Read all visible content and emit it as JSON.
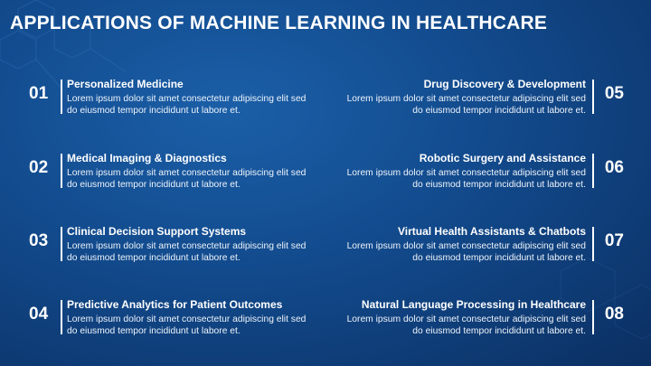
{
  "title": "APPLICATIONS OF MACHINE LEARNING IN HEALTHCARE",
  "items": [
    {
      "num": "01",
      "heading": "Personalized Medicine",
      "desc": "Lorem ipsum dolor sit amet consectetur adipiscing elit sed do eiusmod tempor incididunt ut labore et."
    },
    {
      "num": "02",
      "heading": "Medical Imaging & Diagnostics",
      "desc": "Lorem ipsum dolor sit amet consectetur adipiscing elit sed do eiusmod tempor incididunt ut labore et."
    },
    {
      "num": "03",
      "heading": "Clinical Decision Support Systems",
      "desc": "Lorem ipsum dolor sit amet consectetur adipiscing elit sed do eiusmod tempor incididunt ut labore et."
    },
    {
      "num": "04",
      "heading": "Predictive Analytics for Patient Outcomes",
      "desc": "Lorem ipsum dolor sit amet consectetur adipiscing elit sed do eiusmod tempor incididunt ut labore et."
    },
    {
      "num": "05",
      "heading": "Drug Discovery & Development",
      "desc": "Lorem ipsum dolor sit amet consectetur adipiscing elit sed do eiusmod tempor incididunt ut labore et."
    },
    {
      "num": "06",
      "heading": "Robotic Surgery and Assistance",
      "desc": "Lorem ipsum dolor sit amet consectetur adipiscing elit sed do eiusmod tempor incididunt ut labore et."
    },
    {
      "num": "07",
      "heading": "Virtual Health Assistants & Chatbots",
      "desc": "Lorem ipsum dolor sit amet consectetur adipiscing elit sed do eiusmod tempor incididunt ut labore et."
    },
    {
      "num": "08",
      "heading": "Natural Language Processing in Healthcare",
      "desc": "Lorem ipsum dolor sit amet consectetur adipiscing elit sed do eiusmod tempor incididunt ut labore et."
    }
  ],
  "colors": {
    "background": "#124a8c",
    "text": "#ffffff"
  }
}
